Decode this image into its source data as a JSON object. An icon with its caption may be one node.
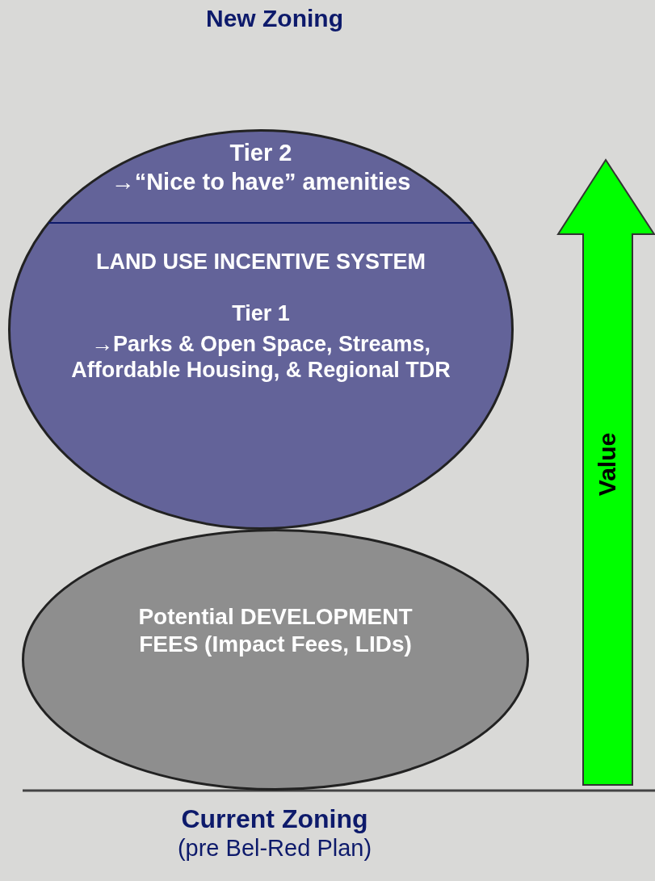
{
  "diagram": {
    "title": "New Zoning",
    "nodes": [
      {
        "text": [
          "Tier 2",
          "→“Nice to have” amenities",
          "LAND USE INCENTIVE SYSTEM",
          "Tier 1",
          "→Parks & Open Space, Streams, Affordable Housing, & Regional TDR"
        ]
      },
      {
        "text": [
          "Potential DEVELOPMENT FEES (Impact Fees, LIDs)"
        ]
      },
      {
        "text": [
          "Value"
        ]
      }
    ],
    "labels": [
      "Current Zoning",
      "(pre Bel-Red Plan)"
    ]
  }
}
